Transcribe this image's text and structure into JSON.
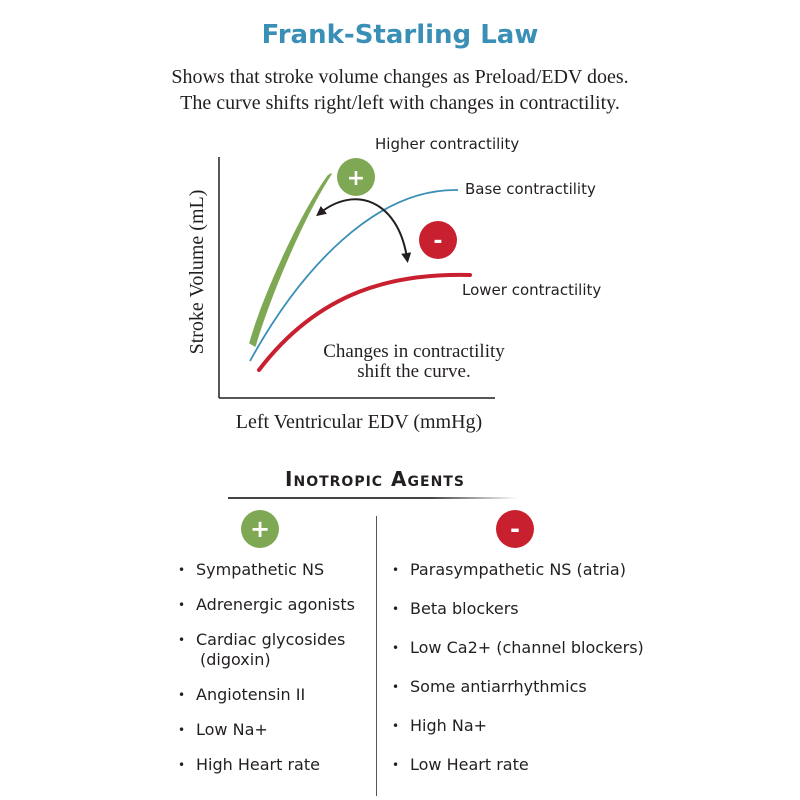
{
  "title": "Frank-Starling Law",
  "subtitle_lines": [
    "Shows that stroke volume changes as Preload/EDV does.",
    "The curve shifts right/left with changes in contractility."
  ],
  "chart_data": {
    "type": "line",
    "xlabel": "Left Ventricular EDV (mmHg)",
    "ylabel": "Stroke Volume (mL)",
    "series": [
      {
        "name": "Higher contractility",
        "color": "#7fa855"
      },
      {
        "name": "Base contractility",
        "color": "#3a8fb7"
      },
      {
        "name": "Lower contractility",
        "color": "#c8202f"
      }
    ],
    "annotation_lines": [
      "Changes in contractility",
      "shift the curve."
    ],
    "badges": {
      "increase": "+",
      "decrease": "-"
    }
  },
  "agents": {
    "heading": "Inotropic Agents",
    "positive": {
      "symbol": "+",
      "color": "#7fa855",
      "items": [
        [
          "Sympathetic NS"
        ],
        [
          "Adrenergic agonists"
        ],
        [
          "Cardiac glycosides",
          "(digoxin)"
        ],
        [
          "Angiotensin II"
        ],
        [
          "Low Na+"
        ],
        [
          "High Heart rate"
        ]
      ]
    },
    "negative": {
      "symbol": "-",
      "color": "#c8202f",
      "items": [
        [
          "Parasympathetic NS (atria)"
        ],
        [
          "Beta blockers"
        ],
        [
          "Low Ca2+ (channel blockers)"
        ],
        [
          "Some antiarrhythmics"
        ],
        [
          "High Na+"
        ],
        [
          "Low Heart rate"
        ]
      ]
    }
  }
}
